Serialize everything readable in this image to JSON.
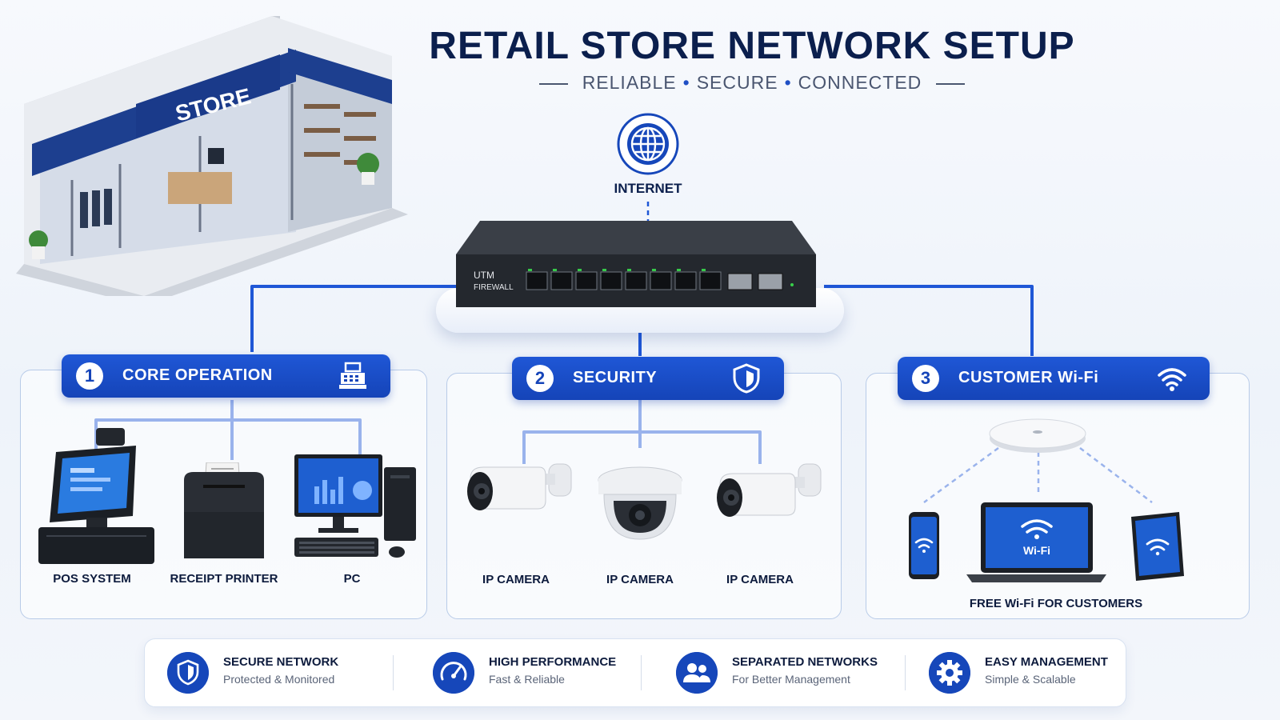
{
  "header": {
    "title": "RETAIL STORE NETWORK SETUP",
    "subtitle": [
      "RELIABLE",
      "SECURE",
      "CONNECTED"
    ]
  },
  "store": {
    "sign": "STORE"
  },
  "internet": {
    "label": "INTERNET",
    "icon": "globe-icon"
  },
  "firewall": {
    "label_line1": "UTM",
    "label_line2": "FIREWALL",
    "ports": 8
  },
  "sections": [
    {
      "number": "1",
      "title": "CORE OPERATION",
      "icon": "cash-register-icon",
      "devices": [
        {
          "label": "POS SYSTEM",
          "icon": "pos-terminal-icon"
        },
        {
          "label": "RECEIPT PRINTER",
          "icon": "receipt-printer-icon"
        },
        {
          "label": "PC",
          "icon": "desktop-pc-icon"
        }
      ]
    },
    {
      "number": "2",
      "title": "SECURITY",
      "icon": "shield-icon",
      "devices": [
        {
          "label": "IP CAMERA",
          "icon": "bullet-camera-icon"
        },
        {
          "label": "IP CAMERA",
          "icon": "dome-camera-icon"
        },
        {
          "label": "IP CAMERA",
          "icon": "bullet-camera-icon"
        }
      ]
    },
    {
      "number": "3",
      "title": "CUSTOMER Wi-Fi",
      "icon": "wifi-icon",
      "devices": [
        {
          "label": "",
          "icon": "access-point-icon"
        },
        {
          "label": "",
          "icon": "smartphone-icon"
        },
        {
          "label": "Wi-Fi",
          "icon": "laptop-icon"
        },
        {
          "label": "",
          "icon": "tablet-icon"
        }
      ],
      "footer": "FREE Wi-Fi FOR CUSTOMERS"
    }
  ],
  "features": [
    {
      "title": "SECURE NETWORK",
      "subtitle": "Protected & Monitored",
      "icon": "shield-icon"
    },
    {
      "title": "HIGH PERFORMANCE",
      "subtitle": "Fast & Reliable",
      "icon": "speedometer-icon"
    },
    {
      "title": "SEPARATED NETWORKS",
      "subtitle": "For Better Management",
      "icon": "users-icon"
    },
    {
      "title": "EASY MANAGEMENT",
      "subtitle": "Simple & Scalable",
      "icon": "gear-icon"
    }
  ],
  "colors": {
    "primary": "#1647ba",
    "dark_navy": "#0b1f4d",
    "connector": "#1f57d6"
  }
}
